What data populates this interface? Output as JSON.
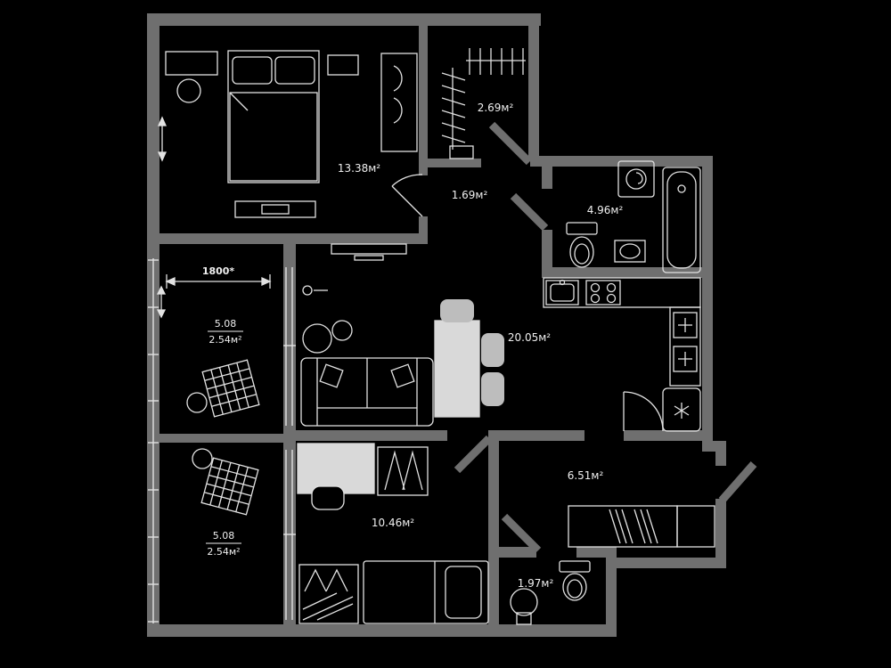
{
  "plan_type": "apartment-floor-plan",
  "colors": {
    "background": "#000000",
    "wall": "#6f6f6f",
    "furniture_line": "#e2e2e2",
    "label_text": "#efefef"
  },
  "icons": {
    "fridge": "snowflake-icon",
    "washing_machine": "spiral-drum-icon",
    "dimension_arrows": "double-arrow-icon"
  },
  "labels": {
    "bedroom1": "13.38м²",
    "closet": "2.69м²",
    "hall_small": "1.69м²",
    "bathroom1": "4.96м²",
    "kitchen_living": "20.05м²",
    "hallway": "6.51м²",
    "bedroom2": "10.46м²",
    "bathroom2": "1.97м²",
    "balcony_top_value": "5.08",
    "balcony_top_area": "2.54м²",
    "balcony_bottom_value": "5.08",
    "balcony_bottom_area": "2.54м²",
    "dimension_width": "1800*"
  }
}
